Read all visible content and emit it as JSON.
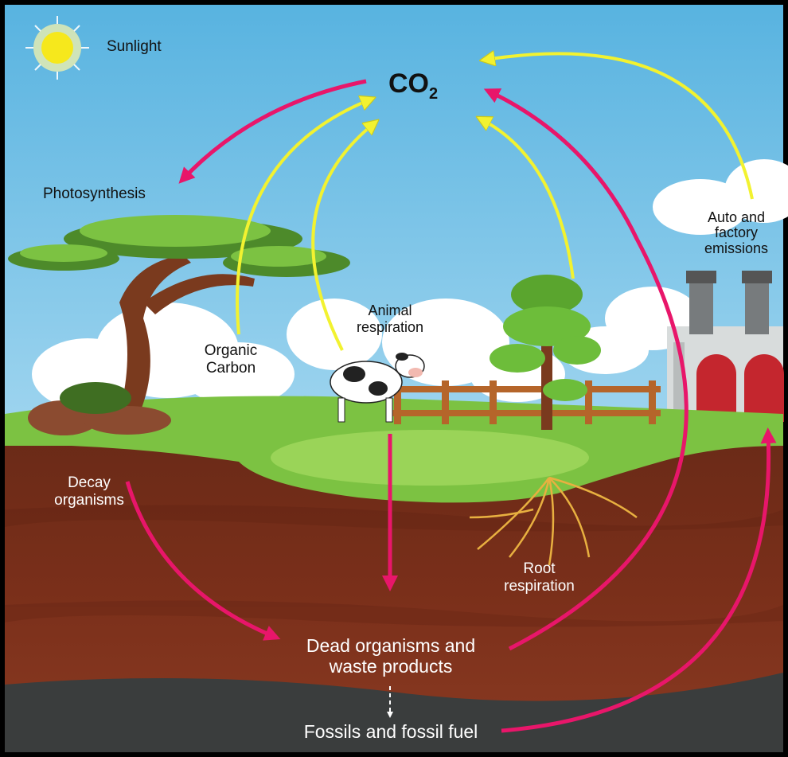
{
  "labels": {
    "sunlight": "Sunlight",
    "co2_main": "CO",
    "co2_sub": "2",
    "photosynthesis": "Photosynthesis",
    "auto_factory_line1": "Auto and",
    "auto_factory_line2": "factory",
    "auto_factory_line3": "emissions",
    "animal_respiration_line1": "Animal",
    "animal_respiration_line2": "respiration",
    "organic_carbon_line1": "Organic",
    "organic_carbon_line2": "Carbon",
    "decay_line1": "Decay",
    "decay_line2": "organisms",
    "root_respiration_line1": "Root",
    "root_respiration_line2": "respiration",
    "dead_organisms_line1": "Dead organisms and",
    "dead_organisms_line2": "waste products",
    "fossils": "Fossils and fossil fuel"
  },
  "colors": {
    "carbon_release_arrow": "#e8166a",
    "carbon_uptake_arrow": "#f2f230",
    "sky_top": "#58b3e0",
    "grass": "#7cc242",
    "soil_top": "#6a2a17",
    "rock_bottom": "#3a3d3d"
  }
}
